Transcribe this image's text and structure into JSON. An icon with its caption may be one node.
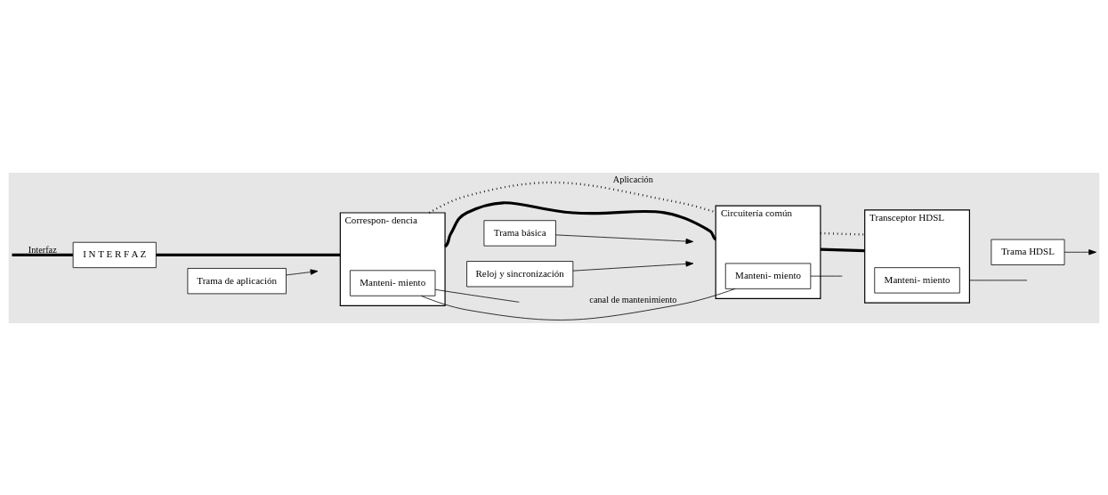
{
  "diagram": {
    "nodes": [
      {
        "text": [
          "I N T E R F A Z"
        ]
      },
      {
        "text": [
          "Correspon- dencia"
        ]
      },
      {
        "text": [
          "Manteni- miento"
        ],
        "in": 1
      },
      {
        "text": [
          "Circuitería común"
        ]
      },
      {
        "text": [
          "Manteni- miento"
        ],
        "in": 3
      },
      {
        "text": [
          "Transceptor HDSL"
        ]
      },
      {
        "text": [
          "Manteni- miento"
        ],
        "in": 5
      },
      {
        "text": [
          "Trama de aplicación"
        ]
      },
      {
        "text": [
          "Trama básica"
        ]
      },
      {
        "text": [
          "Trama HDSL"
        ]
      },
      {
        "text": [
          "Reloj y sincronización"
        ]
      }
    ],
    "edges": [
      {
        "from": null,
        "to": 0,
        "arrow": "none",
        "label": "Interfaz",
        "style": "thick"
      },
      {
        "from": 0,
        "to": 1,
        "arrow": "none",
        "style": "thick"
      },
      {
        "from": 1,
        "to": 3,
        "arrow": "none",
        "style": "thick"
      },
      {
        "from": 3,
        "to": 5,
        "arrow": "none",
        "style": "thick"
      },
      {
        "from": 5,
        "to": null,
        "arrow": "none"
      },
      {
        "from": 1,
        "to": 3,
        "arrow": "none",
        "style": "dashed",
        "label": "Aplicación"
      },
      {
        "from": 3,
        "to": 5,
        "arrow": "none",
        "style": "dashed"
      },
      {
        "from": 10,
        "to": null,
        "arrow": "to"
      },
      {
        "from": 7,
        "to": null,
        "arrow": "to"
      },
      {
        "from": 8,
        "to": null,
        "arrow": "to"
      },
      {
        "from": 9,
        "to": null,
        "arrow": "to"
      },
      {
        "from": 2,
        "to": 4,
        "arrow": "none",
        "label": "canal de mantenimiento"
      },
      {
        "from": 2,
        "to": null,
        "arrow": "none"
      },
      {
        "from": 4,
        "to": null,
        "arrow": "none"
      }
    ]
  }
}
